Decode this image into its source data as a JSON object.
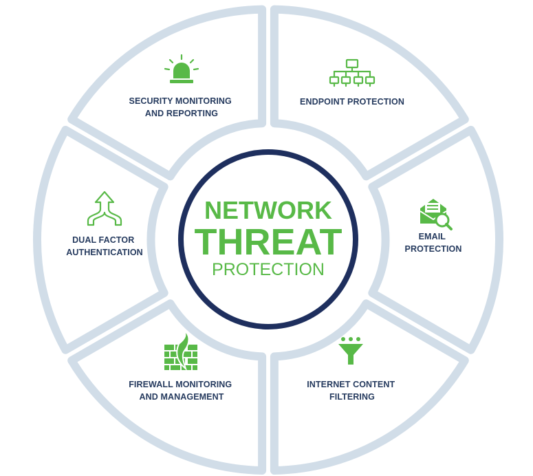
{
  "center": {
    "line1": "NETWORK",
    "line2": "THREAT",
    "line3": "PROTECTION"
  },
  "segments": [
    {
      "id": "security-monitoring",
      "icon": "alarm-siren-icon",
      "lines": [
        "SECURITY MONITORING",
        "AND REPORTING"
      ]
    },
    {
      "id": "endpoint-protection",
      "icon": "network-hierarchy-icon",
      "lines": [
        "ENDPOINT PROTECTION"
      ]
    },
    {
      "id": "email-protection",
      "icon": "email-search-icon",
      "lines": [
        "EMAIL",
        "PROTECTION"
      ]
    },
    {
      "id": "internet-content-filtering",
      "icon": "funnel-filter-icon",
      "lines": [
        "INTERNET CONTENT",
        "FILTERING"
      ]
    },
    {
      "id": "firewall-monitoring",
      "icon": "firewall-icon",
      "lines": [
        "FIREWALL MONITORING",
        "AND MANAGEMENT"
      ]
    },
    {
      "id": "dual-factor-authentication",
      "icon": "merge-arrow-icon",
      "lines": [
        "DUAL FACTOR",
        "AUTHENTICATION"
      ]
    }
  ],
  "colors": {
    "ring": "#d1dde8",
    "center_border": "#1e2f5e",
    "accent_green": "#58b947",
    "label_navy": "#253a5e"
  }
}
